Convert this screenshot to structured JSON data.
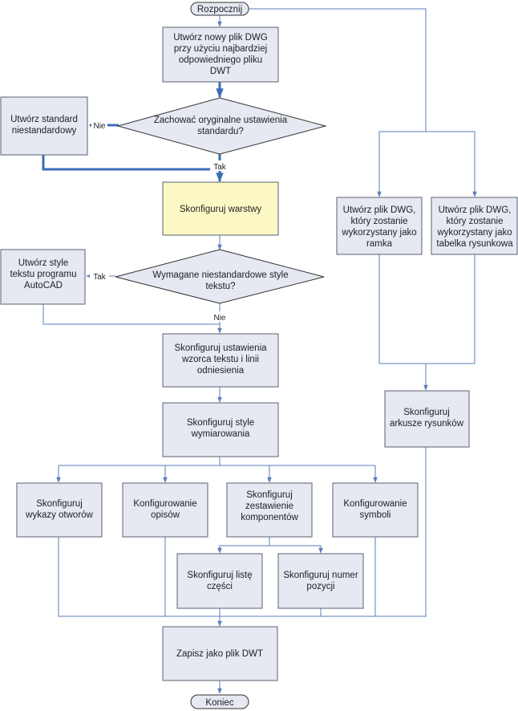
{
  "nodes": {
    "start": "Rozpocznij",
    "create_dwg": [
      "Utwórz nowy plik DWG",
      "przy użyciu najbardziej",
      "odpowiedniego pliku",
      "DWT"
    ],
    "keep_settings": [
      "Zachować oryginalne ustawienia",
      "standardu?"
    ],
    "create_nonstandard": [
      "Utwórz standard",
      "niestandardowy"
    ],
    "configure_layers": "Skonfiguruj warstwy",
    "create_text_styles": [
      "Utwórz style",
      "tekstu programu",
      "AutoCAD"
    ],
    "need_text_styles": [
      "Wymagane niestandardowe style",
      "tekstu?"
    ],
    "config_text_pattern": [
      "Skonfiguruj ustawienia",
      "wzorca tekstu i linii",
      "odniesienia"
    ],
    "config_dim_styles": [
      "Skonfiguruj style",
      "wymiarowania"
    ],
    "config_hole_lists": [
      "Skonfiguruj",
      "wykazy otworów"
    ],
    "config_descriptions": [
      "Konfigurowanie",
      "opisów"
    ],
    "config_components": [
      "Skonfiguruj",
      "zestawienie",
      "komponentów"
    ],
    "config_symbols": [
      "Konfigurowanie",
      "symboli"
    ],
    "config_parts_list": [
      "Skonfiguruj listę",
      "części"
    ],
    "config_item_number": [
      "Skonfiguruj numer",
      "pozycji"
    ],
    "create_frame_dwg": [
      "Utwórz plik DWG,",
      "który zostanie",
      "wykorzystany jako",
      "ramka"
    ],
    "create_titleblock_dwg": [
      "Utwórz plik DWG,",
      "który zostanie",
      "wykorzystany jako",
      "tabelka rysunkowa"
    ],
    "config_sheets": [
      "Skonfiguruj",
      "arkusze rysunków"
    ],
    "save_dwt": "Zapisz jako plik DWT",
    "end": "Koniec"
  },
  "edge_labels": {
    "keep_no": "Nie",
    "keep_yes": "Tak",
    "text_yes": "Tak",
    "text_no": "Nie"
  },
  "colors": {
    "box_fill": "#e6e8f2",
    "highlight_fill": "#fcf8c6",
    "connector": "#5a7fba",
    "thick_connector": "#3d6cb8"
  }
}
